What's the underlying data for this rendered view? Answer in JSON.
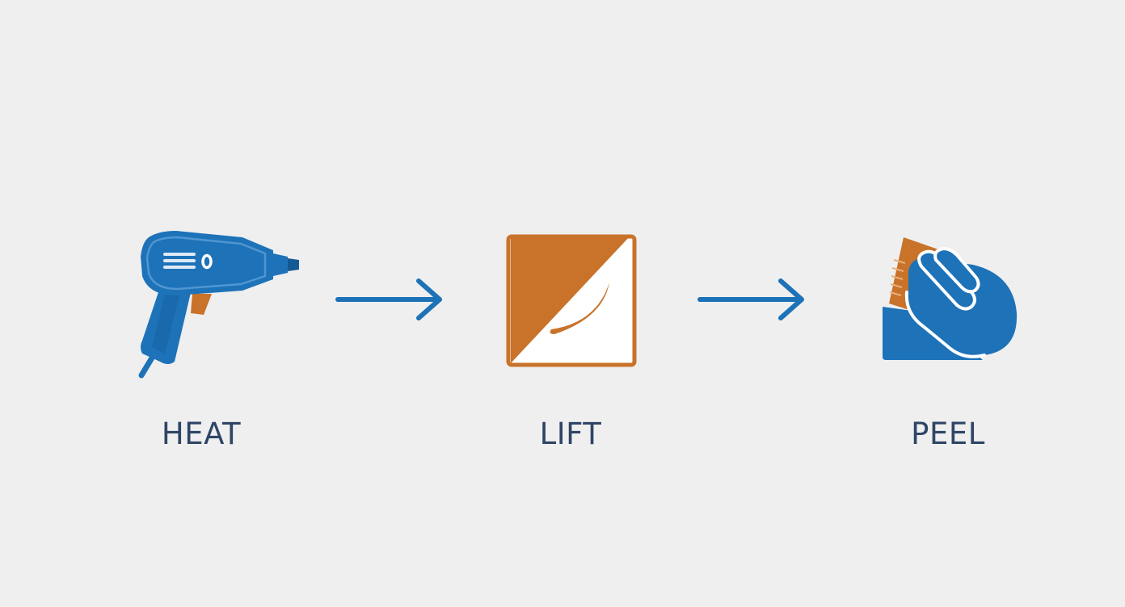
{
  "steps": [
    {
      "label": "HEAT",
      "icon": "heat-gun-icon"
    },
    {
      "label": "LIFT",
      "icon": "lifted-corner-square-icon"
    },
    {
      "label": "PEEL",
      "icon": "peeling-hand-icon"
    }
  ],
  "connectors": [
    "arrow-right-icon",
    "arrow-right-icon"
  ],
  "colors": {
    "background": "#efefef",
    "blue": "#1d72b8",
    "blue_dark": "#155a94",
    "orange": "#c8722a",
    "label": "#2f4566"
  }
}
